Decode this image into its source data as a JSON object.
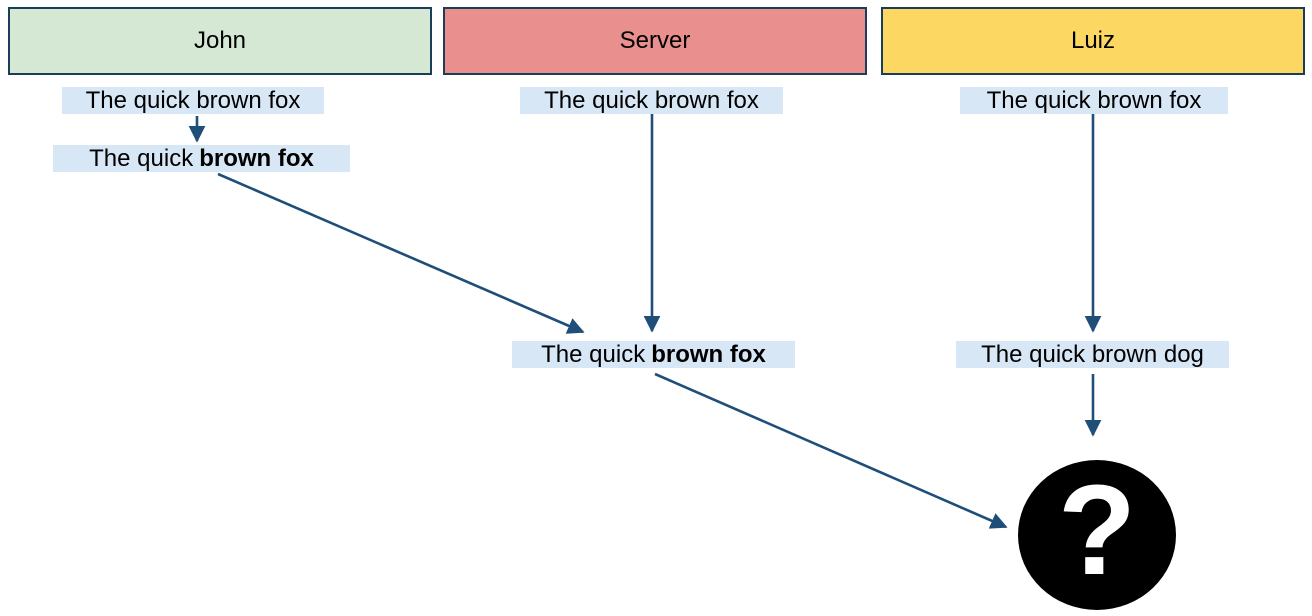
{
  "lanes": [
    {
      "id": "john",
      "label": "John",
      "fill": "#D5E8D4"
    },
    {
      "id": "server",
      "label": "Server",
      "fill": "#E9908E"
    },
    {
      "id": "luiz",
      "label": "Luiz",
      "fill": "#FCD863"
    }
  ],
  "messages": {
    "john_1": {
      "text": "The quick brown fox"
    },
    "john_2": {
      "prefix": "The quick",
      "bold": "brown fox"
    },
    "server_1": {
      "text": "The quick brown fox"
    },
    "luiz_1": {
      "text": "The quick brown fox"
    },
    "merged": {
      "prefix": "The quick",
      "bold": "brown fox"
    },
    "luiz_2": {
      "text": "The quick brown dog"
    }
  },
  "unknown_node": {
    "symbol": "?"
  },
  "edges": [
    {
      "from": "john-msg-1",
      "to": "john-msg-2"
    },
    {
      "from": "john-msg-2",
      "to": "merged-msg"
    },
    {
      "from": "server-msg-1",
      "to": "merged-msg"
    },
    {
      "from": "luiz-msg-1",
      "to": "luiz-msg-2"
    },
    {
      "from": "merged-msg",
      "to": "unknown-node"
    },
    {
      "from": "luiz-msg-2",
      "to": "unknown-node"
    }
  ],
  "colors": {
    "lane_john_fill": "#D5E8D4",
    "lane_server_fill": "#E9908E",
    "lane_luiz_fill": "#FCD863",
    "lane_border": "#1B3D5A",
    "arrow": "#1F4E79",
    "message_highlight": "#D8E7F5",
    "unknown_fill": "#000000",
    "unknown_symbol_color": "#FFFFFF",
    "text": "#000000"
  }
}
